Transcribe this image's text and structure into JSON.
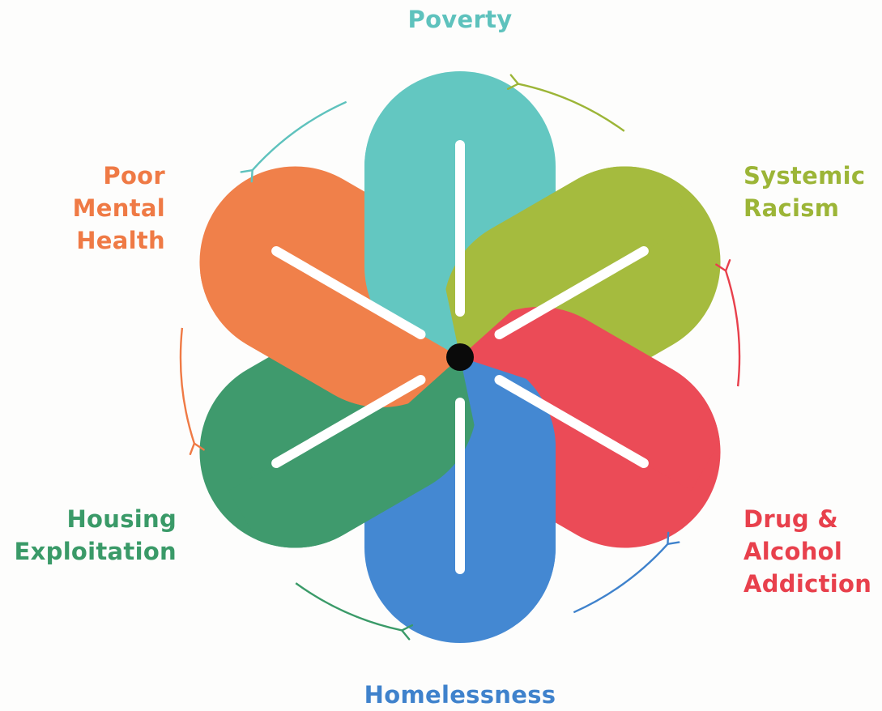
{
  "center_dot_color": "#0a0a0a",
  "petals": [
    {
      "id": "poverty",
      "color": "#63c7c1"
    },
    {
      "id": "racism",
      "color": "#a5bb3e"
    },
    {
      "id": "drug",
      "color": "#eb4b57"
    },
    {
      "id": "homeless",
      "color": "#4488d2"
    },
    {
      "id": "housing",
      "color": "#3f9a6d"
    },
    {
      "id": "mental",
      "color": "#f0804a"
    }
  ],
  "labels": {
    "poverty": {
      "lines": [
        "Poverty"
      ],
      "color": "#5ec2bd"
    },
    "racism": {
      "lines": [
        "Systemic",
        "Racism"
      ],
      "color": "#9cb537"
    },
    "drug": {
      "lines": [
        "Drug &",
        "Alcohol",
        "Addiction"
      ],
      "color": "#e8404c"
    },
    "homeless": {
      "lines": [
        "Homelessness"
      ],
      "color": "#3f82cc"
    },
    "housing": {
      "lines": [
        "Housing",
        "Exploitation"
      ],
      "color": "#3a9a68"
    },
    "mental": {
      "lines": [
        "Poor",
        "Mental",
        "Health"
      ],
      "color": "#ef7a45"
    }
  },
  "arrows": [
    {
      "from": "poverty",
      "to": "mental",
      "color": "#5ec2bd"
    },
    {
      "from": "mental",
      "to": "housing",
      "color": "#ef7a45"
    },
    {
      "from": "housing",
      "to": "homeless",
      "color": "#3a9a68"
    },
    {
      "from": "homeless",
      "to": "drug",
      "color": "#3f82cc"
    },
    {
      "from": "drug",
      "to": "racism",
      "color": "#e8404c"
    },
    {
      "from": "racism",
      "to": "poverty",
      "color": "#9cb537"
    }
  ]
}
